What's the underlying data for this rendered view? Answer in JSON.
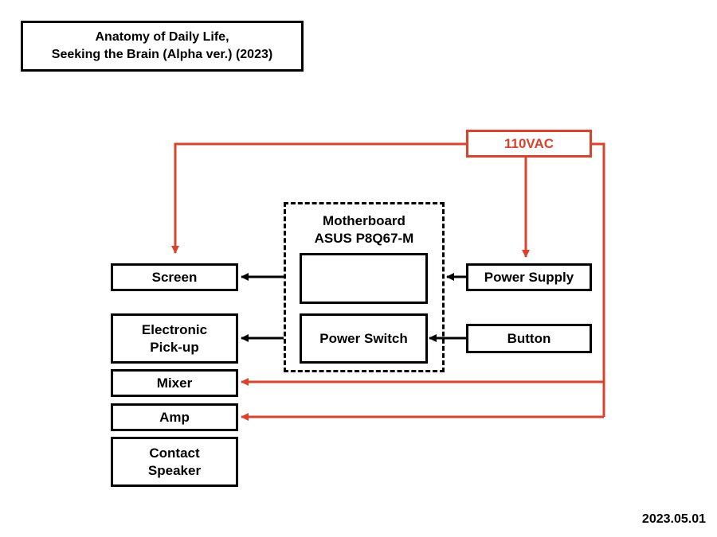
{
  "title": {
    "line1": "Anatomy of Daily Life,",
    "line2": "Seeking the Brain (Alpha ver.) (2023)"
  },
  "date": "2023.05.01",
  "colors": {
    "power_line": "#d9432e",
    "signal_line": "#000000"
  },
  "power_source": {
    "label": "110VAC"
  },
  "motherboard": {
    "line1": "Motherboard",
    "line2": "ASUS P8Q67-M",
    "power_switch": "Power Switch"
  },
  "inputs": {
    "power_supply": "Power Supply",
    "button": "Button"
  },
  "outputs": {
    "screen": "Screen",
    "pickup_line1": "Electronic",
    "pickup_line2": "Pick-up",
    "mixer": "Mixer",
    "amp": "Amp",
    "speaker_line1": "Contact",
    "speaker_line2": "Speaker"
  }
}
